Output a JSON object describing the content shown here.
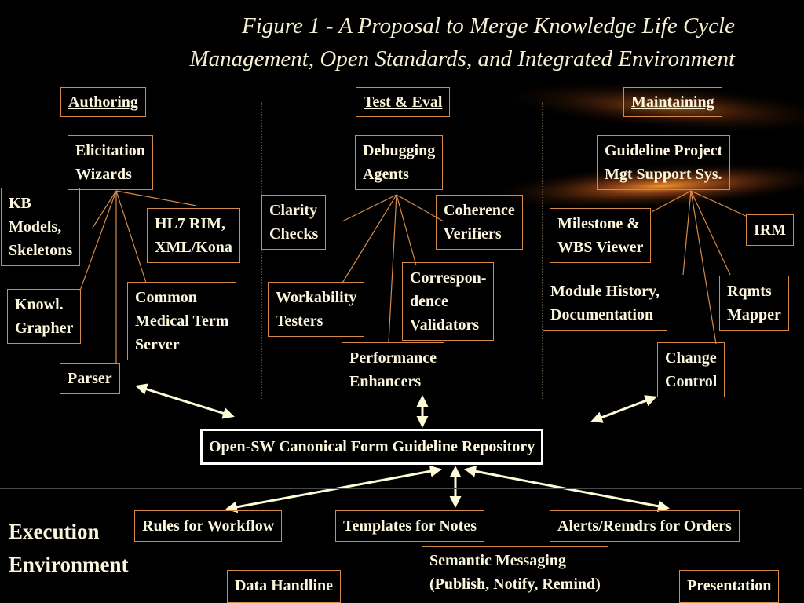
{
  "title": {
    "line1": "Figure 1 - A Proposal to Merge Knowledge Life Cycle",
    "line2": "Management, Open Standards, and Integrated Environment"
  },
  "columns": {
    "authoring": "Authoring",
    "test_eval": "Test & Eval",
    "maintaining": "Maintaining"
  },
  "authoring": {
    "elicitation": [
      "Elicitation",
      "Wizards"
    ],
    "kb_models": [
      "KB",
      "Models,",
      "Skeletons"
    ],
    "hl7": [
      "HL7 RIM,",
      "XML/Kona"
    ],
    "knowl_grapher": [
      "Knowl.",
      "Grapher"
    ],
    "medical_term": [
      "Common",
      "Medical Term",
      "Server"
    ],
    "parser": "Parser"
  },
  "test_eval": {
    "debugging": [
      "Debugging",
      "Agents"
    ],
    "clarity": [
      "Clarity",
      "Checks"
    ],
    "coherence": [
      "Coherence",
      "Verifiers"
    ],
    "workability": [
      "Workability",
      "Testers"
    ],
    "correspondence": [
      "Correspon-",
      "dence",
      "Validators"
    ],
    "performance": [
      "Performance",
      "Enhancers"
    ]
  },
  "maintaining": {
    "guideline_pmss": [
      "Guideline Project",
      "Mgt Support Sys."
    ],
    "milestone": [
      "Milestone &",
      "WBS Viewer"
    ],
    "irm": "IRM",
    "module_history": [
      "Module History,",
      "Documentation"
    ],
    "rqmts": [
      "Rqmts",
      "Mapper"
    ],
    "change_control": [
      "Change",
      "Control"
    ]
  },
  "repository": "Open-SW Canonical Form Guideline Repository",
  "execution": {
    "label": [
      "Execution",
      "Environment"
    ],
    "rules": "Rules for Workflow",
    "templates": "Templates for Notes",
    "alerts": "Alerts/Remdrs for Orders",
    "semantic": [
      "Semantic Messaging",
      "(Publish, Notify, Remind)"
    ],
    "data": "Data Handline",
    "presentation": "Presentation"
  },
  "colors": {
    "background": "#000000",
    "box_border": "#d58a4a",
    "text": "#fbf6dc",
    "connector": "#d58a4a",
    "arrow": "#fffbd6",
    "repository_border": "#ffffff",
    "glow": "#ff8a1e"
  }
}
